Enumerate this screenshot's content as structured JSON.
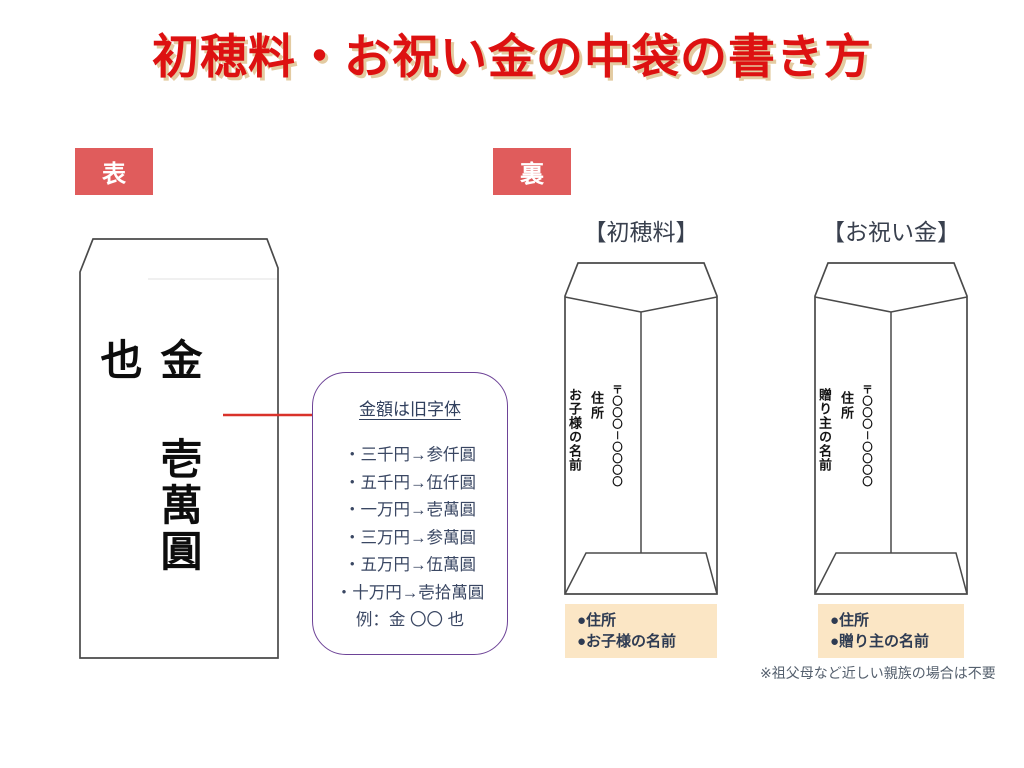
{
  "title": "初穂料・お祝い金の中袋の書き方",
  "front_section": {
    "label": "表",
    "envelope_amount": "金 壱萬圓 也",
    "bubble": {
      "heading": "金額は旧字体",
      "items": [
        "・三千円→参仟圓",
        "・五千円→伍仟圓",
        "・一万円→壱萬圓",
        "・三万円→参萬圓",
        "・五万円→伍萬圓",
        "・十万円→壱拾萬圓"
      ],
      "example": "例：金 〇〇 也"
    }
  },
  "back_section": {
    "label": "裏",
    "envelopes": [
      {
        "heading": "【初穂料】",
        "postal": "〒〇〇〇－〇〇〇〇",
        "address": "住所",
        "name": "お子様の名前",
        "legend": [
          "●住所",
          "●お子様の名前"
        ]
      },
      {
        "heading": "【お祝い金】",
        "postal": "〒〇〇〇－〇〇〇〇",
        "address": "住所",
        "name": "贈り主の名前",
        "legend": [
          "●住所",
          "●贈り主の名前"
        ]
      }
    ],
    "note": "※祖父母など近しい親族の場合は不要"
  },
  "colors": {
    "title_red": "#dd1111",
    "title_shadow": "#e3cba1",
    "label_red": "#e05c5c",
    "bubble_border_purple": "#6d4397",
    "dark_navy_text": "#31405e",
    "legend_beige": "#fbe6c5",
    "callout_line_red": "#d9322a",
    "envelope_stroke": "#4a4a4a"
  }
}
